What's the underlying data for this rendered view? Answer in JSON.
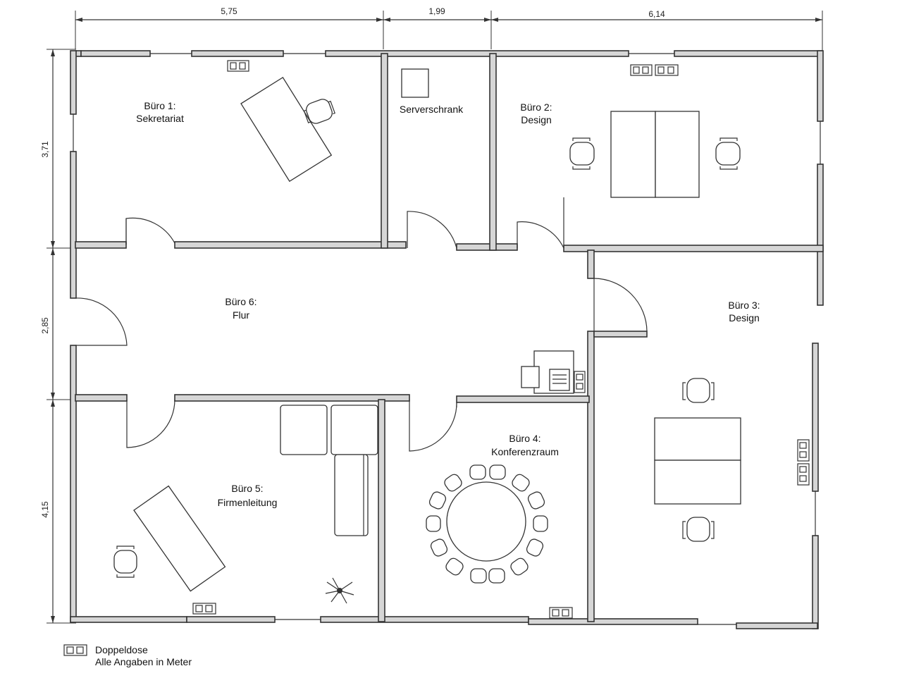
{
  "dimensions": {
    "top": [
      "5,75",
      "1,99",
      "6,14"
    ],
    "left": [
      "3,71",
      "2,85",
      "4,15"
    ]
  },
  "rooms": [
    {
      "line1": "Büro 1:",
      "line2": "Sekretariat"
    },
    {
      "line1": "Serverschrank"
    },
    {
      "line1": "Büro 2:",
      "line2": "Design"
    },
    {
      "line1": "Büro 6:",
      "line2": "Flur"
    },
    {
      "line1": "Büro 3:",
      "line2": "Design"
    },
    {
      "line1": "Büro 4:",
      "line2": "Konferenzraum"
    },
    {
      "line1": "Büro 5:",
      "line2": "Firmenleitung"
    }
  ],
  "legend": {
    "socket_label": "Doppeldose",
    "unit_note": "Alle Angaben in Meter"
  }
}
